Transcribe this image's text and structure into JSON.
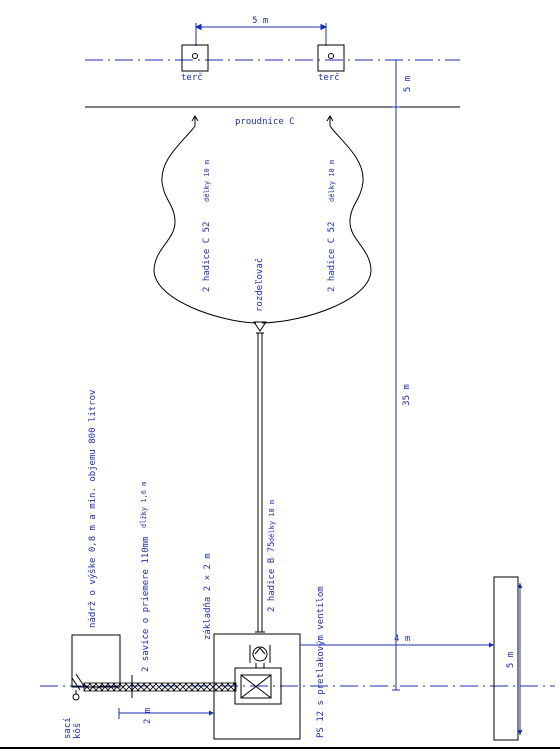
{
  "labels": {
    "top_distance": "5 m",
    "target_left": "terč",
    "target_right": "terč",
    "right_top_distance": "5 m",
    "nozzle_line": "proudnice C",
    "hose_left": "2 hadice C 52",
    "hose_left_len": "délky 10 m",
    "hose_right": "2 hadice C 52",
    "hose_right_len": "délky 10 m",
    "distributor": "rozdeľovač",
    "distance_35": "35 m",
    "hose_b": "2 hadice B 75",
    "hose_b_len": "délky 10 m",
    "tank": "nádrž o výške 0,8 m a min. objemu 800 litrov",
    "suction": "2 savice o priemere 110mm",
    "suction_len": "dĺžky 1,6 m",
    "base": "základňa 2 × 2 m",
    "pump": "PS 12 s pretlakovým ventilom",
    "distance_4": "4 m",
    "right_5": "5 m",
    "bottom_2": "2 m",
    "sac_line1": "sací",
    "sac_line2": "kôš"
  },
  "colors": {
    "ink": "#000000",
    "accent": "#1c2fb0"
  }
}
